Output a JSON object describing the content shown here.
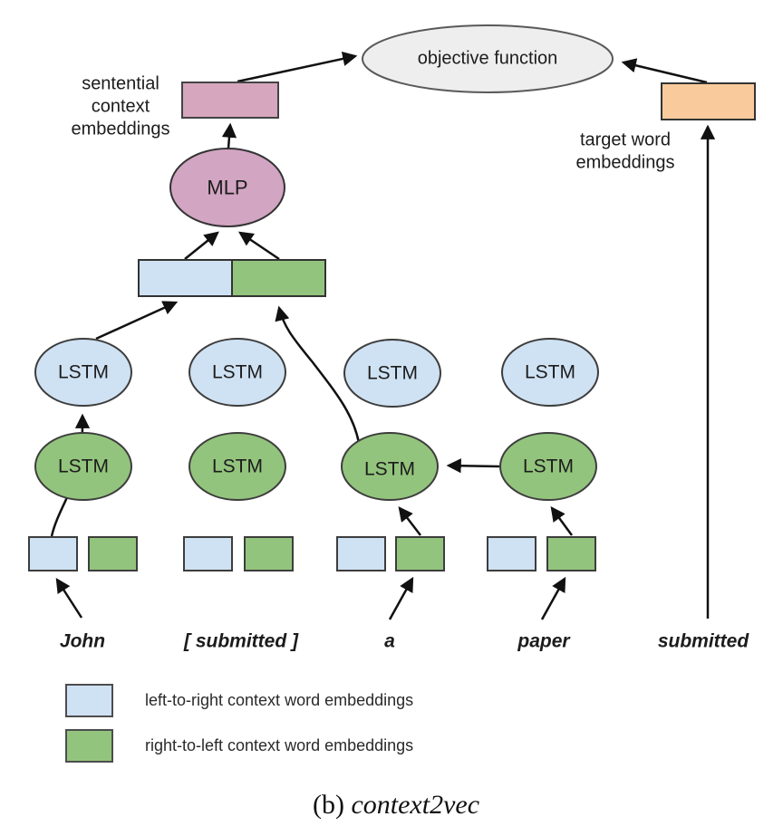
{
  "colors": {
    "blue_embedding": "#cfe2f3",
    "green_embedding": "#93c47d",
    "pink_embedding": "#d5a6bd",
    "mlp_fill": "#d2a5c2",
    "orange_embedding": "#f9cb9c",
    "objective_fill": "#eeeeee",
    "arrow": "#111111"
  },
  "nodes": {
    "objective_label": "objective function",
    "mlp_label": "MLP",
    "lstm_label": "LSTM",
    "sentential_lines": [
      "sentential",
      "context",
      "embeddings"
    ],
    "target_lines": [
      "target word",
      "embeddings"
    ]
  },
  "words": [
    "John",
    "[ submitted ]",
    "a",
    "paper",
    "submitted"
  ],
  "legend": [
    {
      "swatch": "#cfe2f3",
      "label": "left-to-right context word embeddings"
    },
    {
      "swatch": "#93c47d",
      "label": "right-to-left context word embeddings"
    }
  ],
  "caption": {
    "prefix": "(b)",
    "title": "context2vec"
  }
}
